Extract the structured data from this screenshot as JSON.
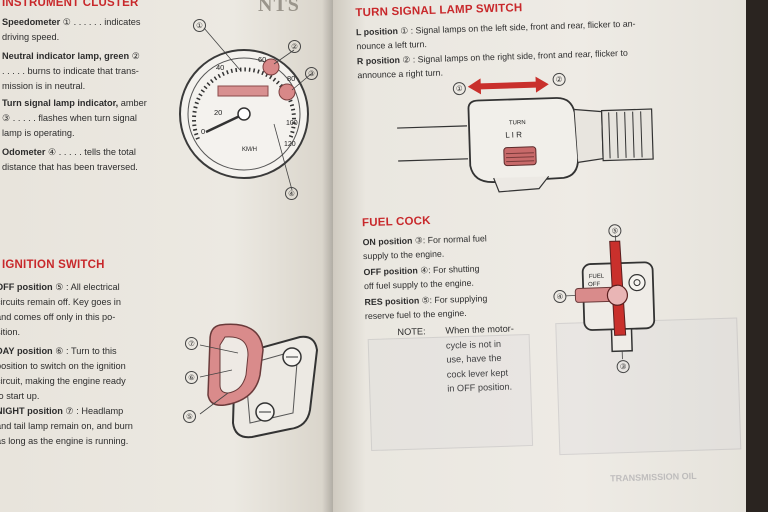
{
  "left": {
    "instrument_cluster": {
      "heading": "INSTRUMENT CLUSTER",
      "items": [
        {
          "term": "Speedometer",
          "num": "①",
          "text_line1": " . . . . . . indicates",
          "text_line2": "driving speed."
        },
        {
          "term": "Neutral indicator lamp, green",
          "num": "②",
          "text_line2": ". . . . . burns to indicate that trans-",
          "text_line3": "mission is in neutral."
        },
        {
          "term": "Turn signal lamp indicator,",
          "extra": " amber",
          "num": "③",
          "text_line2": " . . . . . flashes when turn signal",
          "text_line3": "lamp is operating."
        },
        {
          "term": "Odometer",
          "num": "④",
          "text_line1": " . . . . . tells the total",
          "text_line2": "distance that has been traversed."
        }
      ],
      "speedo": {
        "ticks": [
          "0",
          "20",
          "40",
          "60",
          "80",
          "100",
          "120"
        ],
        "unit": "KM/H",
        "callouts": [
          "①",
          "②",
          "③",
          "④"
        ]
      }
    },
    "ignition_switch": {
      "heading": "IGNITION SWITCH",
      "items": [
        {
          "term": "OFF position",
          "num": "⑤",
          "line1": ": All electrical",
          "line2": "circuits remain off.  Key goes in",
          "line3": "and comes off only in this po-",
          "line4": "sition."
        },
        {
          "term": "DAY position",
          "num": "⑥",
          "line1": ": Turn to this",
          "line2": "position to switch on the ignition",
          "line3": "circuit, making the engine ready",
          "line4": "to start up."
        },
        {
          "term": "NIGHT position",
          "num": "⑦",
          "line1": ": Headlamp",
          "line2": "and tail lamp remain on, and burn",
          "line3": "as long as the engine is running."
        }
      ],
      "callouts": [
        "⑦",
        "⑥",
        "⑤"
      ]
    }
  },
  "right": {
    "turn_signal": {
      "heading": "TURN SIGNAL LAMP SWITCH",
      "l_term": "L position",
      "l_num": "①",
      "l_line1": ": Signal lamps on the left side, front and rear, flicker to an-",
      "l_line2": "nounce a left turn.",
      "r_term": "R position",
      "r_num": "②",
      "r_line1": ": Signal lamps on the right side, front and rear, flicker to",
      "r_line2": "announce a right turn.",
      "switch_label_turn": "TURN",
      "switch_label_lir": "L  I  R",
      "callouts": [
        "①",
        "②"
      ]
    },
    "fuel_cock": {
      "heading": "FUEL COCK",
      "items": [
        {
          "term": "ON position",
          "num": "③",
          "line1": ": For normal fuel",
          "line2": "supply to the engine."
        },
        {
          "term": "OFF  position",
          "num": "④",
          "line1": ": For shutting",
          "line2": "off fuel supply to the engine."
        },
        {
          "term": "RES position",
          "num": "⑤",
          "line1": ": For supplying",
          "line2": "reserve fuel to the engine."
        }
      ],
      "note_label": "NOTE:",
      "note_lines": [
        "When the motor-",
        "cycle is not in",
        "use,   have   the",
        "cock lever kept",
        "in OFF position."
      ],
      "cock_labels": {
        "fuel": "FUEL",
        "off": "OFF"
      },
      "callouts": [
        "⑤",
        "④",
        "③"
      ]
    },
    "faint_bottom": "TRANSMISSION OIL"
  },
  "colors": {
    "heading_red": "#c8282b",
    "accent_pink": "#e08a8a",
    "arrow_red": "#c9302c"
  }
}
